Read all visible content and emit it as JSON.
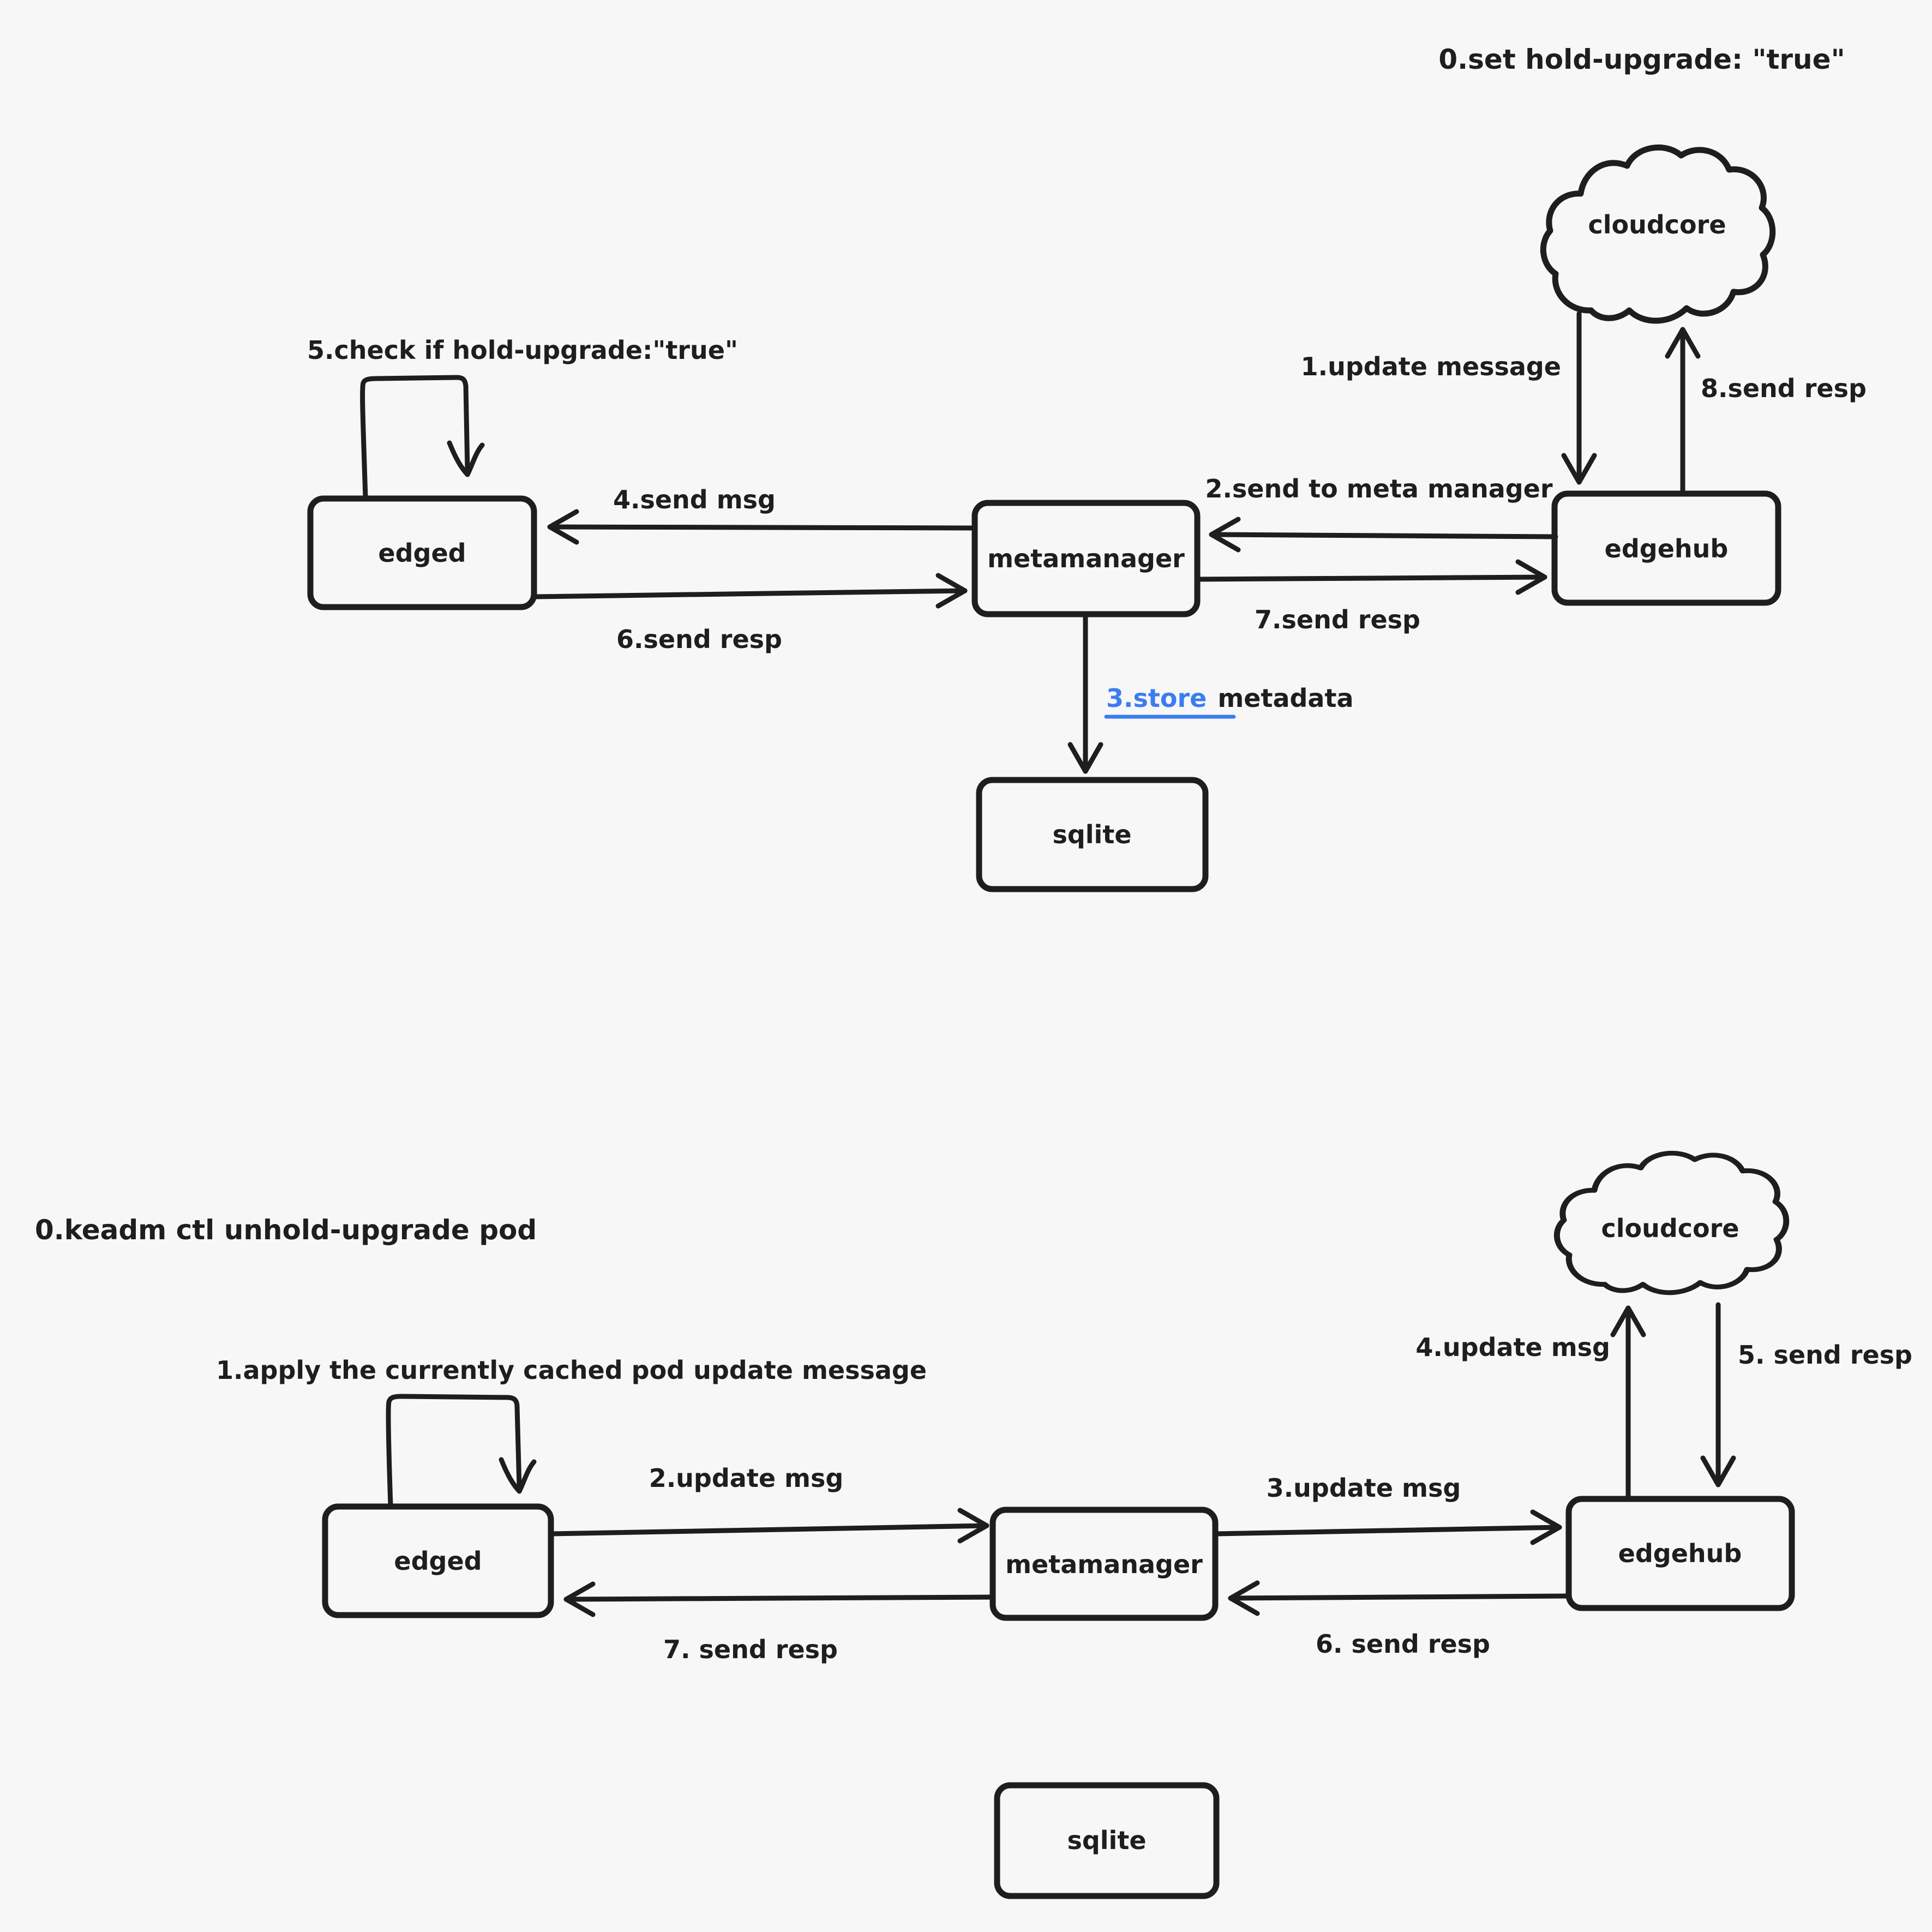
{
  "canvas": {
    "bg": "#f7f7f8",
    "ink": "#1e1e1e",
    "link_blue": "#3b7df0"
  },
  "diagram_top": {
    "title": "0.set hold-upgrade: \"true\"",
    "nodes": {
      "cloudcore": "cloudcore",
      "edgehub": "edgehub",
      "metamanager": "metamanager",
      "edged": "edged",
      "sqlite": "sqlite"
    },
    "labels": {
      "msg1": "1.update message",
      "msg2": "2.send to meta manager",
      "msg3_link": "3.store",
      "msg3_rest": "metadata",
      "msg4": "4.send msg",
      "msg5": "5.check if hold-upgrade:\"true\"",
      "msg6": "6.send resp",
      "msg7": "7.send resp",
      "msg8": "8.send resp"
    }
  },
  "diagram_bottom": {
    "title": "0.keadm ctl unhold-upgrade pod",
    "nodes": {
      "cloudcore": "cloudcore",
      "edgehub": "edgehub",
      "metamanager": "metamanager",
      "edged": "edged",
      "sqlite": "sqlite"
    },
    "labels": {
      "msg1": "1.apply the currently cached pod update message",
      "msg2": "2.update msg",
      "msg3": "3.update msg",
      "msg4": "4.update msg",
      "msg5": "5. send resp",
      "msg6": "6. send resp",
      "msg7": "7. send resp"
    }
  }
}
